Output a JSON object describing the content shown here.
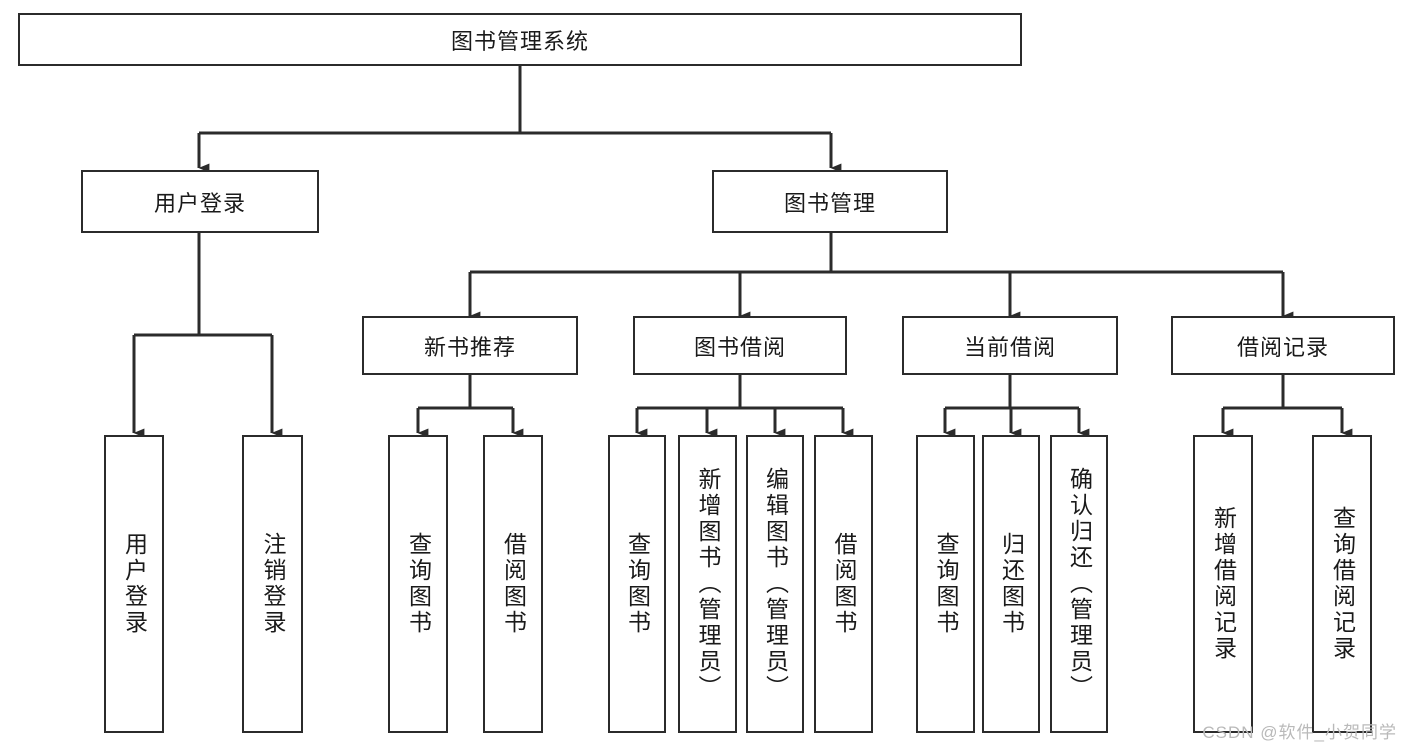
{
  "diagram": {
    "type": "tree-flowchart",
    "title": "图书管理系统",
    "orientation": "top-down",
    "watermark": "CSDN @软件_小贺同学",
    "colors": {
      "box_border": "#2b2b2b",
      "box_fill": "#ffffff",
      "edge": "#2b2b2b",
      "text": "#1a1a1a",
      "watermark": "#b9b9b9",
      "background": "#ffffff"
    },
    "nodes": {
      "root": {
        "label": "图书管理系统"
      },
      "level2": [
        {
          "id": "user-login",
          "label": "用户登录"
        },
        {
          "id": "book-manage",
          "label": "图书管理"
        }
      ],
      "level3": [
        {
          "id": "new-book-rec",
          "label": "新书推荐"
        },
        {
          "id": "book-borrow",
          "label": "图书借阅"
        },
        {
          "id": "current-borrow",
          "label": "当前借阅"
        },
        {
          "id": "borrow-record",
          "label": "借阅记录"
        }
      ],
      "leaves": [
        {
          "id": "leaf-user-login",
          "label": "用户登录",
          "parent": "user-login"
        },
        {
          "id": "leaf-user-logout",
          "label": "注销登录",
          "parent": "user-login"
        },
        {
          "id": "leaf-query-book-1",
          "label": "查询图书",
          "parent": "new-book-rec"
        },
        {
          "id": "leaf-borrow-book-1",
          "label": "借阅图书",
          "parent": "new-book-rec"
        },
        {
          "id": "leaf-query-book-2",
          "label": "查询图书",
          "parent": "book-borrow"
        },
        {
          "id": "leaf-add-book",
          "label": "新增图书（管理员）",
          "parent": "book-borrow"
        },
        {
          "id": "leaf-edit-book",
          "label": "编辑图书（管理员）",
          "parent": "book-borrow"
        },
        {
          "id": "leaf-borrow-book-2",
          "label": "借阅图书",
          "parent": "book-borrow"
        },
        {
          "id": "leaf-query-book-3",
          "label": "查询图书",
          "parent": "current-borrow"
        },
        {
          "id": "leaf-return-book",
          "label": "归还图书",
          "parent": "current-borrow"
        },
        {
          "id": "leaf-confirm-return",
          "label": "确认归还（管理员）",
          "parent": "current-borrow"
        },
        {
          "id": "leaf-add-record",
          "label": "新增借阅记录",
          "parent": "borrow-record"
        },
        {
          "id": "leaf-query-record",
          "label": "查询借阅记录",
          "parent": "borrow-record"
        }
      ]
    }
  }
}
